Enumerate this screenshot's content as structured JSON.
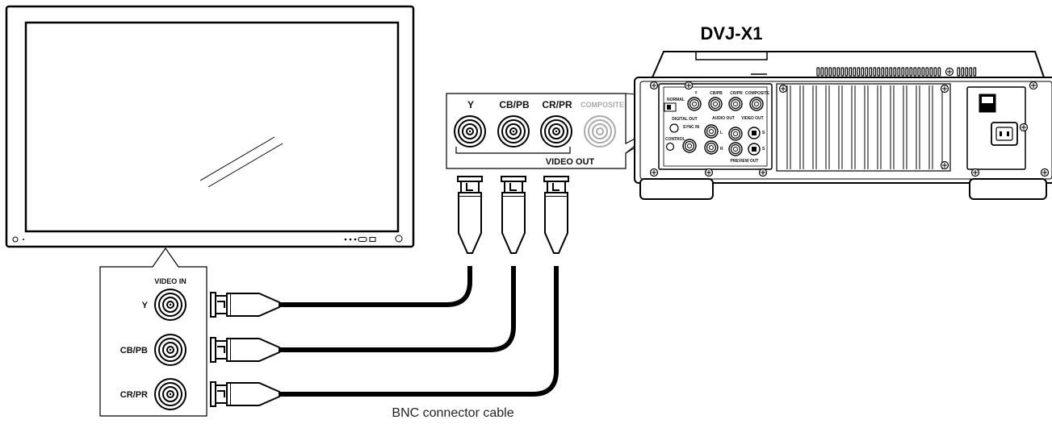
{
  "device": {
    "model": "DVJ-X1"
  },
  "caption": "BNC connector cable",
  "video_out_panel": {
    "labels": {
      "y": "Y",
      "cb_pb": "CB/PB",
      "cr_pr": "CR/PR",
      "composite": "COMPOSITE"
    },
    "group_label": "VIDEO OUT"
  },
  "video_in_panel": {
    "title": "VIDEO IN",
    "labels": {
      "y": "Y",
      "cb_pb": "CB/PB",
      "cr_pr": "CR/PR"
    }
  },
  "rear_panel_labels": {
    "normal": "NORMAL",
    "y": "Y",
    "cb_pb": "CB/PB",
    "cr_pr": "CR/PR",
    "composite": "COMPOSITE",
    "digital_out": "DIGITAL OUT",
    "audio_out": "AUDIO OUT",
    "video_out": "VIDEO OUT",
    "sync_in": "SYNC IN",
    "control": "CONTROL",
    "l": "L",
    "r": "R",
    "s1": "S",
    "s2": "S",
    "preview_out": "PREVIEW OUT"
  },
  "colors": {
    "line": "#000000",
    "ghost": "#aaaaaa",
    "background": "#ffffff"
  }
}
